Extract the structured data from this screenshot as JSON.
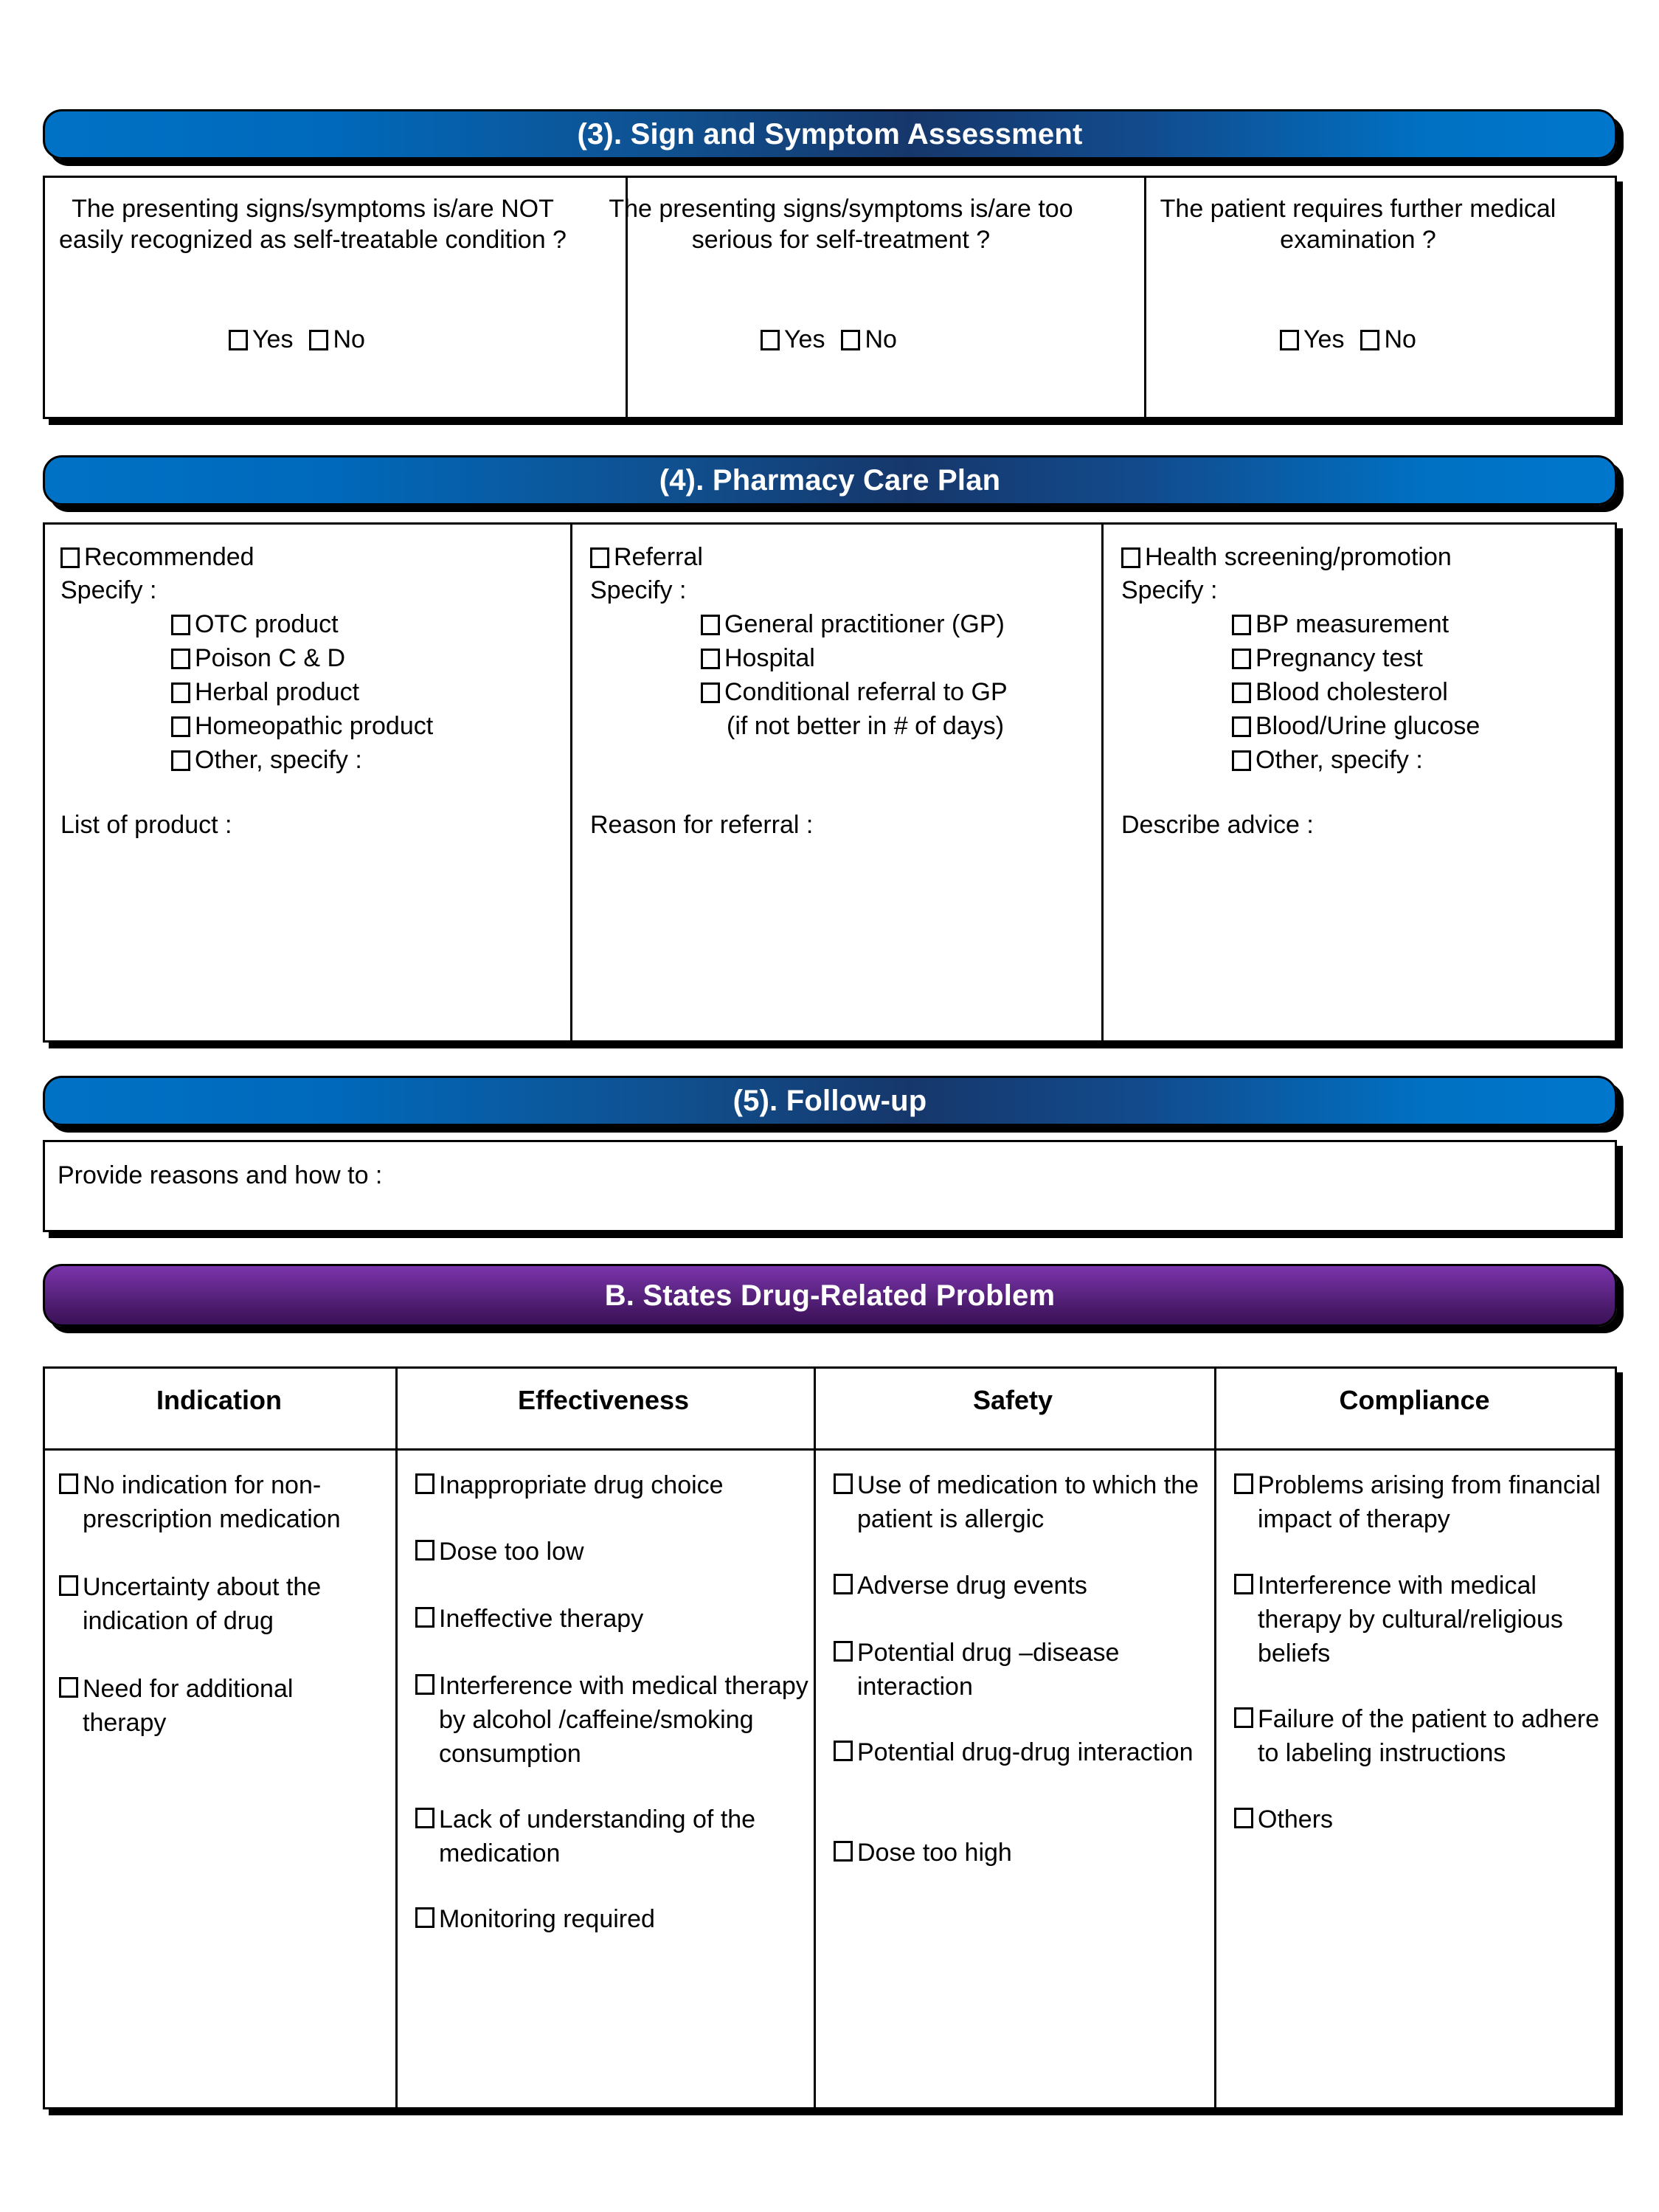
{
  "sections": {
    "sign_symptom": {
      "title": "(3). Sign and Symptom Assessment",
      "columns": [
        {
          "question": "The presenting signs/symptoms is/are\nNOT easily\nrecognized as self-treatable condition ?",
          "yes_label": "Yes",
          "no_label": "No"
        },
        {
          "question": "The presenting signs/symptoms is/are\ntoo serious\nfor self-treatment ?",
          "yes_label": "Yes",
          "no_label": "No"
        },
        {
          "question": "The patient requires further medical\nexamination ?",
          "yes_label": "Yes",
          "no_label": "No"
        }
      ]
    },
    "pharmacy_care_plan": {
      "title": "(4). Pharmacy Care Plan",
      "columns": [
        {
          "main_option": "Recommended",
          "specify_label": "Specify :",
          "options": [
            "OTC product",
            "Poison C & D",
            "Herbal product",
            "Homeopathic product",
            "Other, specify :"
          ],
          "note": "",
          "free_text_label": "List of product :"
        },
        {
          "main_option": "Referral",
          "specify_label": "Specify :",
          "options": [
            "General practitioner (GP)",
            "Hospital",
            "Conditional referral to GP"
          ],
          "note": "(if not better in # of days)",
          "free_text_label": "Reason for referral :"
        },
        {
          "main_option": "Health screening/promotion",
          "specify_label": "Specify :",
          "options": [
            "BP measurement",
            "Pregnancy test",
            "Blood cholesterol",
            "Blood/Urine glucose",
            "Other, specify :"
          ],
          "note": "",
          "free_text_label": "Describe advice :"
        }
      ]
    },
    "follow_up": {
      "title": "(5). Follow-up",
      "prompt": "Provide reasons and how to :"
    },
    "drug_related_problem": {
      "title": "B. States Drug-Related Problem",
      "columns": [
        {
          "header": "Indication",
          "items": [
            "No indication for non-prescription medication",
            "Uncertainty about the indication of drug",
            "Need for additional therapy"
          ]
        },
        {
          "header": "Effectiveness",
          "items": [
            "Inappropriate drug choice",
            "Dose too low",
            "Ineffective therapy",
            "Interference with medical therapy by alcohol /caffeine/smoking consumption",
            "Lack of understanding of the     medication",
            "Monitoring required"
          ]
        },
        {
          "header": "Safety",
          "items": [
            "Use of medication to which the patient is allergic",
            "Adverse drug events",
            "Potential drug –disease interaction",
            "Potential drug-drug interaction",
            "Dose too high"
          ]
        },
        {
          "header": "Compliance",
          "items": [
            "Problems arising from financial impact of therapy",
            "Interference with medical therapy by cultural/religious beliefs",
            "Failure of the patient to adhere to labeling instructions",
            "Others"
          ]
        }
      ]
    }
  },
  "colors": {
    "banner_blue_start": "#0072c6",
    "banner_blue_mid": "#16376b",
    "banner_purple_start": "#7a35ab",
    "banner_purple_end": "#3b1157",
    "text": "#000000",
    "banner_text": "#ffffff"
  }
}
